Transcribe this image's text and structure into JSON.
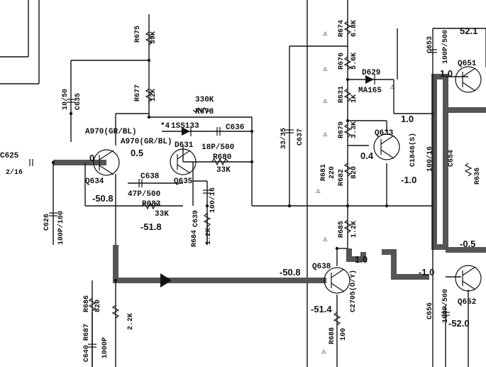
{
  "components": {
    "r675": {
      "ref": "R675",
      "value": "39K"
    },
    "r677": {
      "ref": "R677",
      "value": "12K"
    },
    "c635": {
      "ref": "C635",
      "value": "10/50"
    },
    "r678": {
      "ref": "R678",
      "value": "330K"
    },
    "d631": {
      "ref": "D631",
      "value": "1SS133",
      "note": "*4"
    },
    "c636": {
      "ref": "C636",
      "value": "18P/500"
    },
    "r680": {
      "ref": "R680",
      "value": "33K"
    },
    "q634": {
      "ref": "Q634",
      "type": "A970(GR/BL)"
    },
    "q635": {
      "ref": "Q635",
      "type": "A970(GR/BL)"
    },
    "c625": {
      "ref": "C625",
      "value": "2/16"
    },
    "c626": {
      "ref": "C626",
      "value": "100P/100"
    },
    "c638": {
      "ref": "C638",
      "value": "47P/500"
    },
    "r683": {
      "ref": "R683",
      "value": "33K"
    },
    "c639": {
      "ref": "C639",
      "value": "100/16"
    },
    "r684": {
      "ref": "R684",
      "value": "1.2K"
    },
    "c637": {
      "ref": "C637",
      "value": "33/35"
    },
    "r674": {
      "ref": "R674",
      "value": "6.8K"
    },
    "r676": {
      "ref": "R676",
      "value": "5.6K"
    },
    "d629": {
      "ref": "D629",
      "value": "MA165"
    },
    "r631": {
      "ref": "R631",
      "value": "1K"
    },
    "r679": {
      "ref": "R679",
      "value": "3.3K"
    },
    "q633": {
      "ref": "Q633",
      "type": "C1846(S)"
    },
    "r681": {
      "ref": "R681",
      "value": "220"
    },
    "r682": {
      "ref": "R682",
      "value": "820"
    },
    "c654": {
      "ref": "C654",
      "value": "100/16"
    },
    "r685": {
      "ref": "R685",
      "value": "1.2K"
    },
    "q638": {
      "ref": "Q638",
      "type": "C2705(O/Y)"
    },
    "r688": {
      "ref": "R688",
      "value": "100"
    },
    "r686": {
      "ref": "R686",
      "value": "820"
    },
    "r687": {
      "ref": "R687",
      "value": "2.2K"
    },
    "c640": {
      "ref": "C640",
      "value": "1000P"
    },
    "c653": {
      "ref": "C653",
      "value": "100P/500"
    },
    "c656": {
      "ref": "C656",
      "value": "100P/500"
    },
    "q651": {
      "ref": "Q651"
    },
    "q652": {
      "ref": "Q652"
    },
    "r636": {
      "ref": "R636"
    }
  },
  "voltages": {
    "q634_base": "0",
    "q635_base": "0.5",
    "q634_emitter": "-50.8",
    "q635_node": "-51.8",
    "q633_collector": "1.0",
    "q633_base": "0.4",
    "q633_emitter": "-1.0",
    "q638_base": "-50.8",
    "q638_emitter": "-51.4",
    "q638_collector": "1.0",
    "q651_base": "1.0",
    "q651_top": "52.1",
    "q652_base": "-1.0",
    "q652_bottom": "-52.0",
    "right_mid": "-0.5"
  },
  "markers": {
    "safety": "⚠"
  }
}
